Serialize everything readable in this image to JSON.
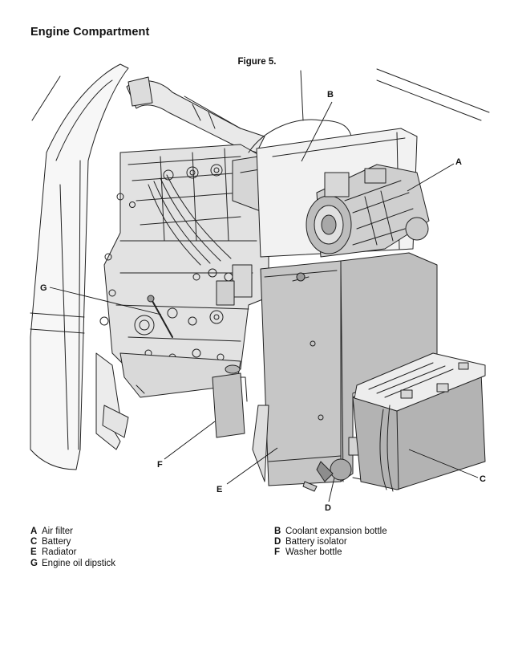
{
  "document": {
    "title": "Engine Compartment",
    "figure_caption": "Figure 5."
  },
  "callouts": {
    "A": "A",
    "B": "B",
    "C": "C",
    "D": "D",
    "E": "E",
    "F": "F",
    "G": "G"
  },
  "legend": {
    "left": [
      {
        "key": "A",
        "label": "Air filter"
      },
      {
        "key": "C",
        "label": "Battery"
      },
      {
        "key": "E",
        "label": "Radiator"
      },
      {
        "key": "G",
        "label": "Engine oil dipstick"
      }
    ],
    "right": [
      {
        "key": "B",
        "label": "Coolant expansion bottle"
      },
      {
        "key": "D",
        "label": "Battery isolator"
      },
      {
        "key": "F",
        "label": "Washer bottle"
      }
    ]
  }
}
